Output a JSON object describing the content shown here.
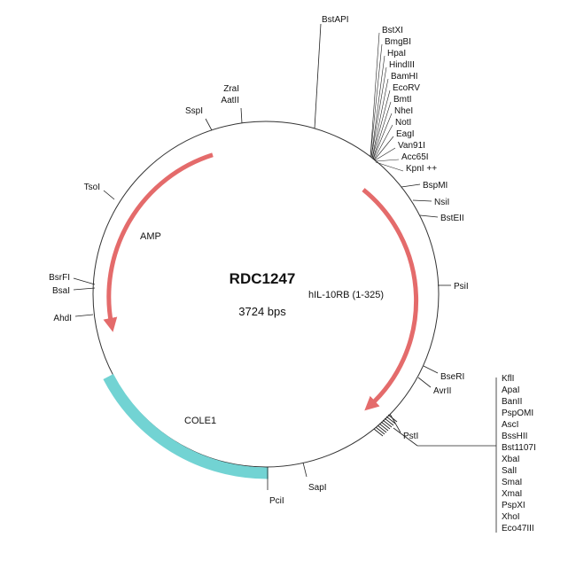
{
  "plasmid": {
    "name": "RDC1247",
    "size": "3724 bps"
  },
  "features": [
    {
      "label": "AMP",
      "color": "#e46b6b"
    },
    {
      "label": "hIL-10RB (1-325)",
      "color": "#e46b6b"
    },
    {
      "label": "COLE1",
      "color": "#72d3d3"
    }
  ],
  "sites": {
    "top": "BstAPI",
    "cluster_top": [
      "BstXI",
      "BmgBI",
      "HpaI",
      "HindIII",
      "BamHI",
      "EcoRV",
      "BmtI",
      "NheI",
      "NotI",
      "EagI",
      "Van91I",
      "Acc65I",
      "KpnI ++"
    ],
    "right": [
      "BspMI",
      "NsiI",
      "BstEII",
      "PsiI",
      "BseRI",
      "AvrII"
    ],
    "cluster_bottom": [
      "KflI",
      "ApaI",
      "BanII",
      "PspOMI",
      "AscI",
      "BssHII",
      "Bst1107I",
      "XbaI",
      "SalI",
      "SmaI",
      "XmaI",
      "PspXI",
      "XhoI",
      "Eco47III"
    ],
    "bottom_right": "PstI",
    "bottom": [
      "SapI",
      "PciI"
    ],
    "left": [
      "AhdI",
      "BsaI",
      "BsrFI",
      "TsoI",
      "SspI",
      "AatII",
      "ZraI"
    ]
  },
  "colors": {
    "backbone": "#333333",
    "line": "#222222"
  }
}
